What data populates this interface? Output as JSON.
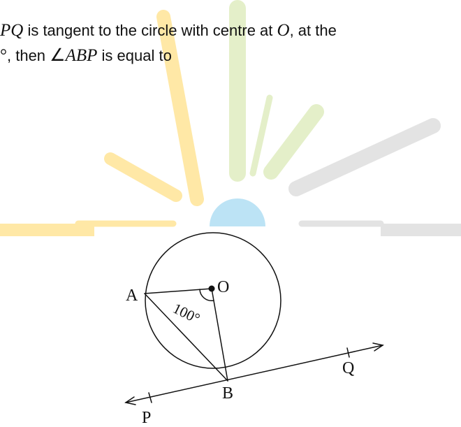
{
  "question": {
    "line1_math": "PQ",
    "line1_text_a": " is tangent to the circle with centre at ",
    "line1_math_b": "O",
    "line1_text_b": ", at the",
    "line2_deg": "°",
    "line2_text_a": ", then ",
    "line2_angle_symbol": "∠",
    "line2_math": "ABP",
    "line2_text_b": " is equal to"
  },
  "diagram": {
    "label_O": "O",
    "label_A": "A",
    "label_B": "B",
    "label_P": "P",
    "label_Q": "Q",
    "angle_label": "100°"
  },
  "colors": {
    "ray_yellow": "#FFE8A6",
    "ray_green": "#E4EFC9",
    "ray_gray": "#E3E3E3",
    "sun_blue": "#BCE3F5",
    "ink": "#111111"
  }
}
